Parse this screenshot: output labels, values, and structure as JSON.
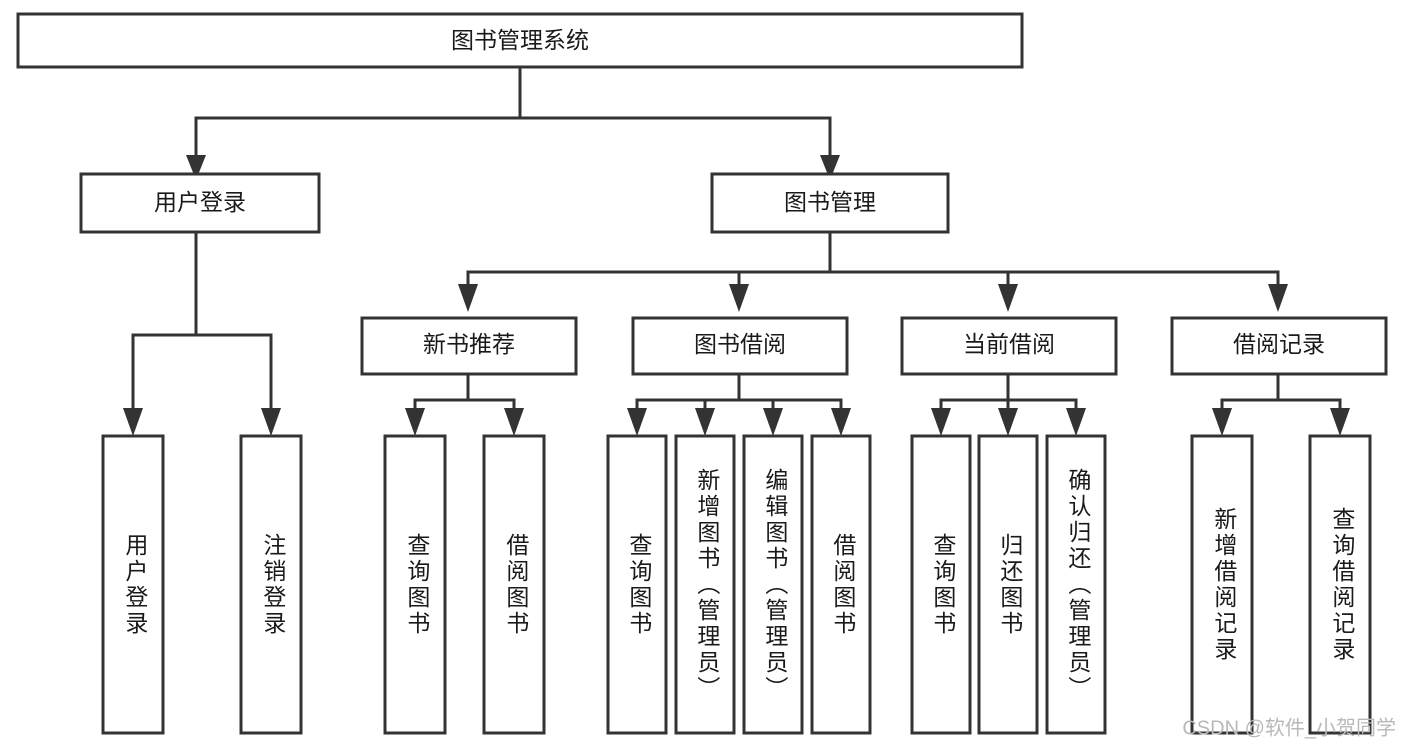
{
  "diagram": {
    "type": "tree",
    "title": "图书管理系统",
    "orientation": "top-down",
    "colors": {
      "background": "#ffffff",
      "box_fill": "#ffffff",
      "box_stroke": "#333333",
      "text": "#1a1a1a",
      "watermark": "#b9b9b9"
    },
    "root": {
      "id": "root",
      "label": "图书管理系统",
      "text_direction": "horizontal"
    },
    "level2": [
      {
        "id": "user-login",
        "label": "用户登录",
        "text_direction": "horizontal"
      },
      {
        "id": "book-manage",
        "label": "图书管理",
        "text_direction": "horizontal"
      }
    ],
    "level3": [
      {
        "id": "new-book-recommend",
        "label": "新书推荐",
        "parent": "book-manage",
        "text_direction": "horizontal"
      },
      {
        "id": "book-borrow",
        "label": "图书借阅",
        "parent": "book-manage",
        "text_direction": "horizontal"
      },
      {
        "id": "current-borrow",
        "label": "当前借阅",
        "parent": "book-manage",
        "text_direction": "horizontal"
      },
      {
        "id": "borrow-record",
        "label": "借阅记录",
        "parent": "book-manage",
        "text_direction": "horizontal"
      }
    ],
    "leaves": [
      {
        "id": "leaf-user-login",
        "label": "用户登录",
        "parent": "user-login",
        "text_direction": "vertical"
      },
      {
        "id": "leaf-logout-login",
        "label": "注销登录",
        "parent": "user-login",
        "text_direction": "vertical"
      },
      {
        "id": "leaf-query-book-1",
        "label": "查询图书",
        "parent": "new-book-recommend",
        "text_direction": "vertical"
      },
      {
        "id": "leaf-borrow-book-1",
        "label": "借阅图书",
        "parent": "new-book-recommend",
        "text_direction": "vertical"
      },
      {
        "id": "leaf-query-book-2",
        "label": "查询图书",
        "parent": "book-borrow",
        "text_direction": "vertical"
      },
      {
        "id": "leaf-add-book",
        "label": "新增图书（管理员）",
        "parent": "book-borrow",
        "text_direction": "vertical"
      },
      {
        "id": "leaf-edit-book",
        "label": "编辑图书（管理员）",
        "parent": "book-borrow",
        "text_direction": "vertical"
      },
      {
        "id": "leaf-borrow-book-2",
        "label": "借阅图书",
        "parent": "book-borrow",
        "text_direction": "vertical"
      },
      {
        "id": "leaf-query-book-3",
        "label": "查询图书",
        "parent": "current-borrow",
        "text_direction": "vertical"
      },
      {
        "id": "leaf-return-book",
        "label": "归还图书",
        "parent": "current-borrow",
        "text_direction": "vertical"
      },
      {
        "id": "leaf-confirm-return",
        "label": "确认归还（管理员）",
        "parent": "current-borrow",
        "text_direction": "vertical"
      },
      {
        "id": "leaf-add-borrow-record",
        "label": "新增借阅记录",
        "parent": "borrow-record",
        "text_direction": "vertical"
      },
      {
        "id": "leaf-query-borrow-record",
        "label": "查询借阅记录",
        "parent": "borrow-record",
        "text_direction": "vertical"
      }
    ]
  },
  "watermark": {
    "label": "CSDN @软件_小贺同学"
  }
}
